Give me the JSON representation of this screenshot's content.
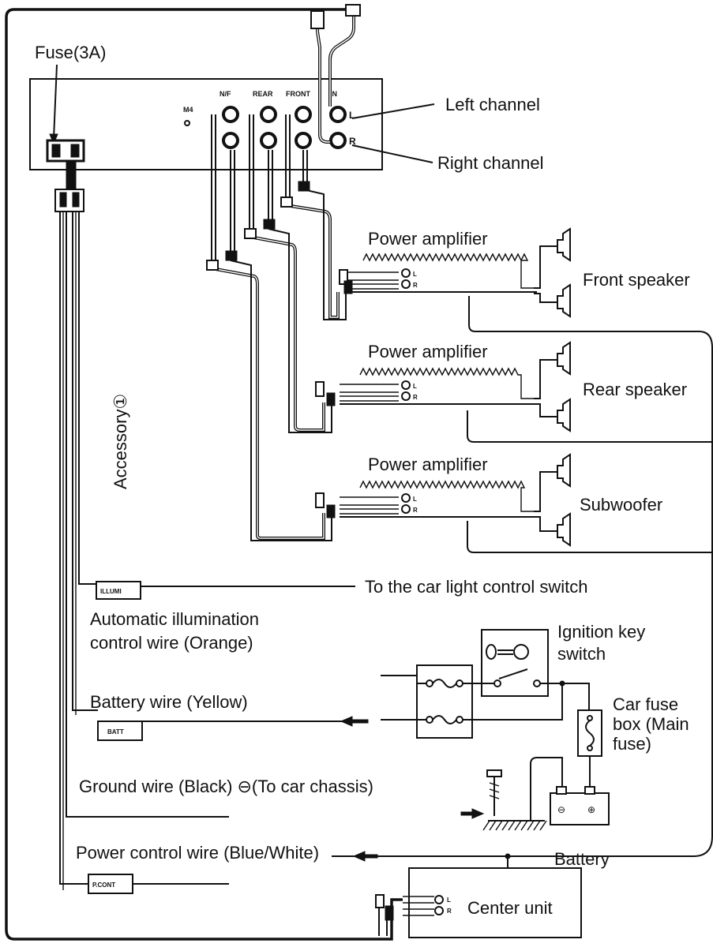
{
  "unit_labels": {
    "fuse": "Fuse(3A)",
    "m4": "M4",
    "nf": "N/F",
    "rear": "REAR",
    "front": "FRONT",
    "in": "IN",
    "l": "L",
    "r": "R"
  },
  "channels": {
    "left": "Left channel",
    "right": "Right channel"
  },
  "amplifiers": [
    {
      "label": "Power amplifier",
      "speaker": "Front speaker"
    },
    {
      "label": "Power amplifier",
      "speaker": "Rear speaker"
    },
    {
      "label": "Power amplifier",
      "speaker": "Subwoofer"
    }
  ],
  "accessory": "Accessory①",
  "connectors": {
    "illumi": "ILLUMI",
    "batt": "BATT",
    "pcont": "P.CONT"
  },
  "wires": {
    "light_switch": "To the car light control switch",
    "illum_line1": "Automatic illumination",
    "illum_line2": "control wire (Orange)",
    "battery": "Battery wire (Yellow)",
    "ground": "Ground wire (Black) ⊖(To car chassis)",
    "power_control": "Power control wire (Blue/White)"
  },
  "components": {
    "ignition_line1": "Ignition key",
    "ignition_line2": "switch",
    "fuse_box_line1": "Car fuse",
    "fuse_box_line2": "box (Main",
    "fuse_box_line3": "fuse)",
    "battery": "Battery",
    "center_unit": "Center unit"
  }
}
